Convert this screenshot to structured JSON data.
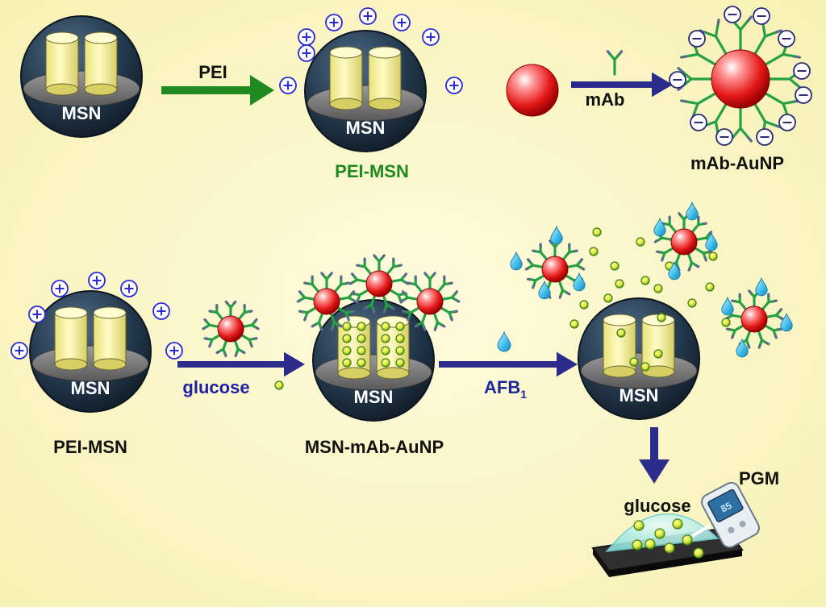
{
  "colors": {
    "background": "#fbf7c8",
    "msn_shell": "#2b4257",
    "pore": "#fbf6a6",
    "positive_charge": "#2a2ad8",
    "negative_charge": "#2a2a7a",
    "green_arrow": "#1f8a1f",
    "blue_arrow": "#2b2b8c",
    "gold_np": "#e62020",
    "glucose_dot": "#9acd32",
    "afb1_drop": "#48c6f0",
    "pei_label": "#1e8a1e",
    "afb_label": "#1e2a9a"
  },
  "labels": {
    "msn": "MSN",
    "pei": "PEI",
    "pei_msn_green": "PEI-MSN",
    "mab": "mAb",
    "mab_aunp": "mAb-AuNP",
    "pei_msn": "PEI-MSN",
    "glucose": "glucose",
    "msn_mab_aunp": "MSN-mAb-AuNP",
    "afb": "AFB",
    "afb_subscript": "1",
    "glucose_readout": "glucose",
    "pgm": "PGM",
    "meter_display": "85"
  },
  "symbols": {
    "positive": "+",
    "negative": "−"
  },
  "icons": [
    "msn-sphere",
    "antibody-icon",
    "gold-nanoparticle-icon",
    "glucose-icon",
    "afb1-droplet-icon",
    "glucose-meter-icon",
    "test-strip-icon"
  ]
}
